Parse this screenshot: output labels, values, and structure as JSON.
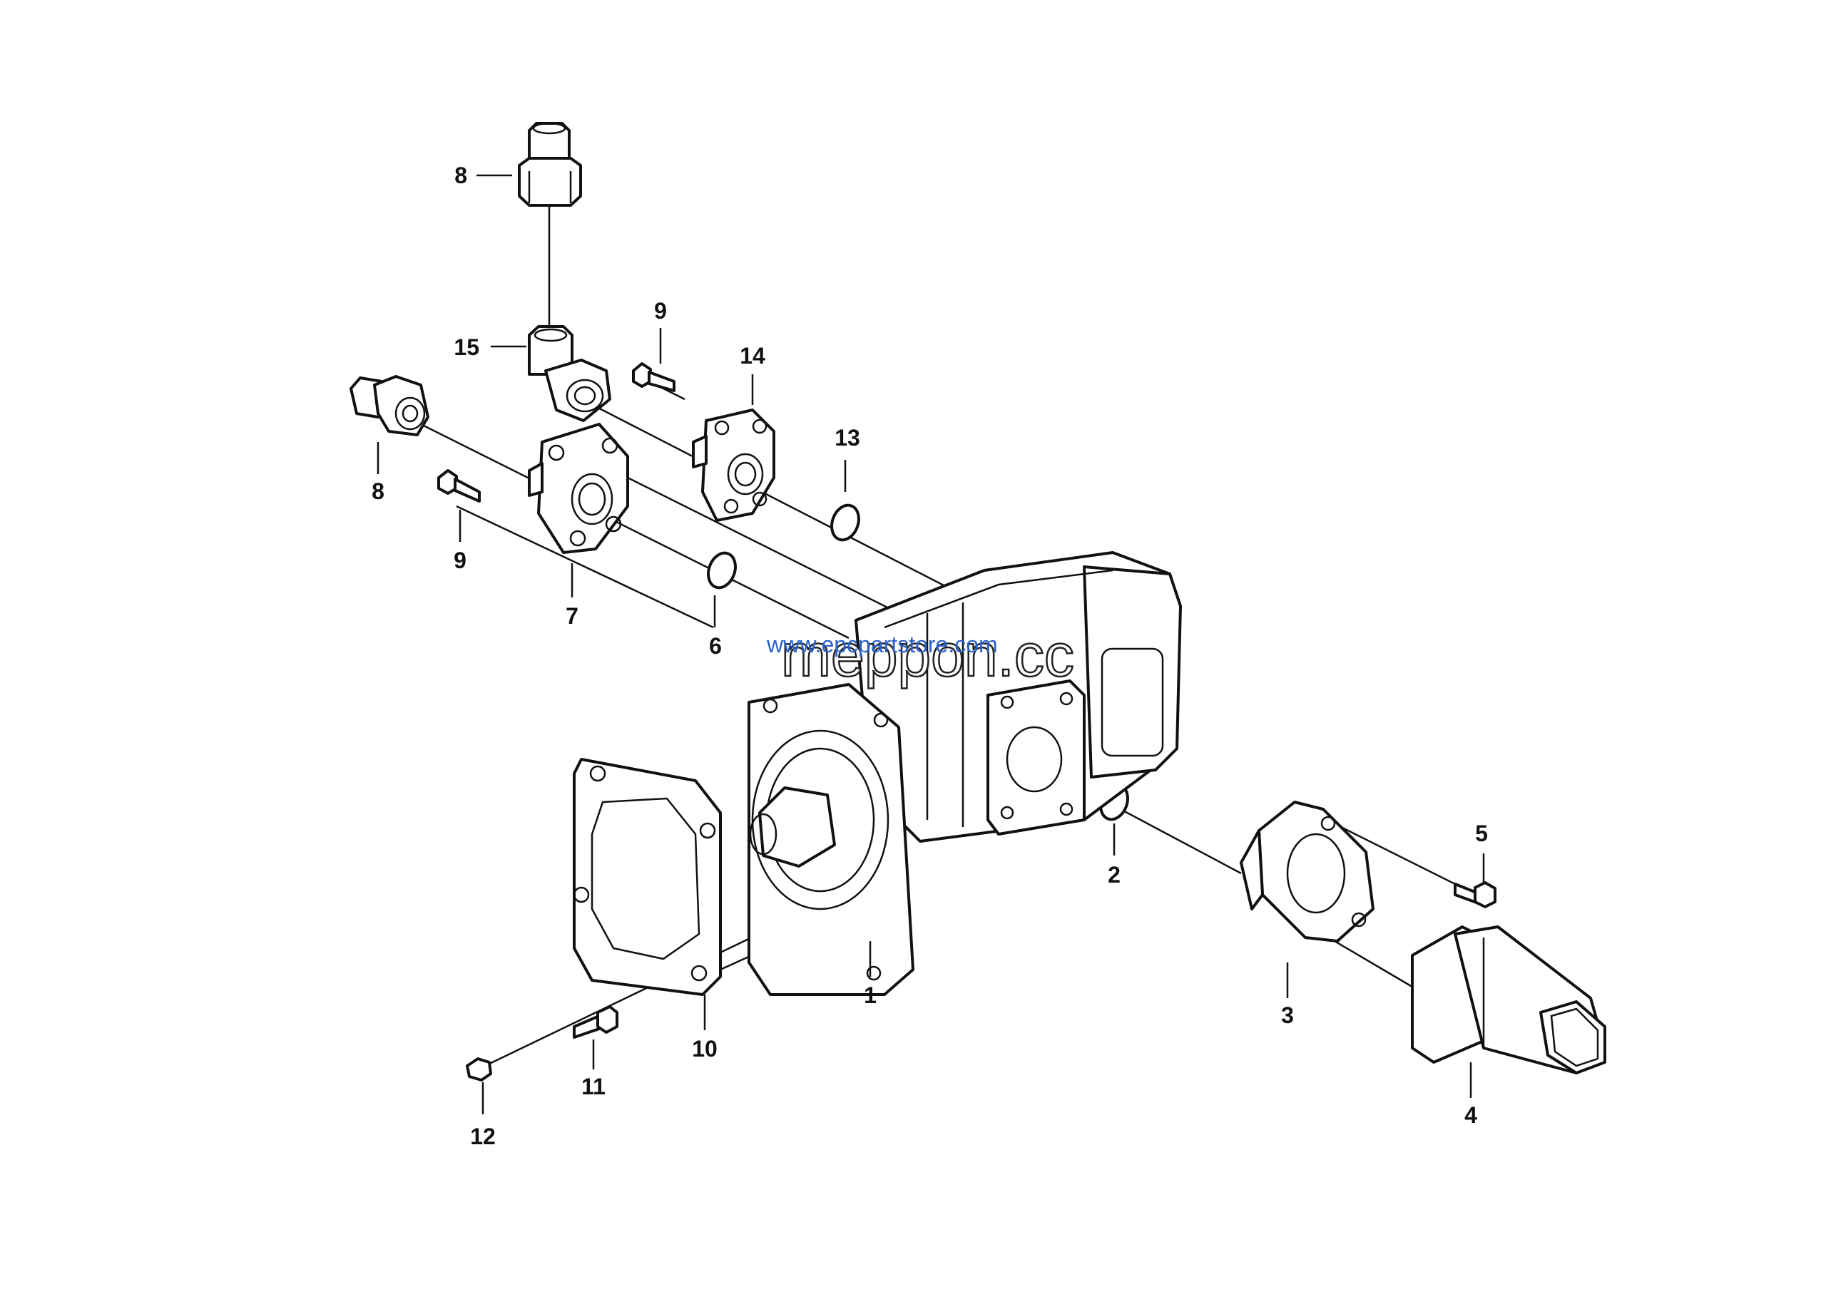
{
  "callouts": {
    "c1": "1",
    "c2": "2",
    "c3": "3",
    "c4": "4",
    "c5": "5",
    "c6": "6",
    "c7": "7",
    "c8a": "8",
    "c8b": "8",
    "c9a": "9",
    "c9b": "9",
    "c10": "10",
    "c11": "11",
    "c12": "12",
    "c13": "13",
    "c14": "14",
    "c15": "15"
  },
  "watermark": {
    "site": "www.epcpartstore.com",
    "brand": "meppon.cc"
  },
  "colors": {
    "ink": "#111111",
    "watermark_blue": "#2a62c9",
    "background": "#ffffff"
  }
}
